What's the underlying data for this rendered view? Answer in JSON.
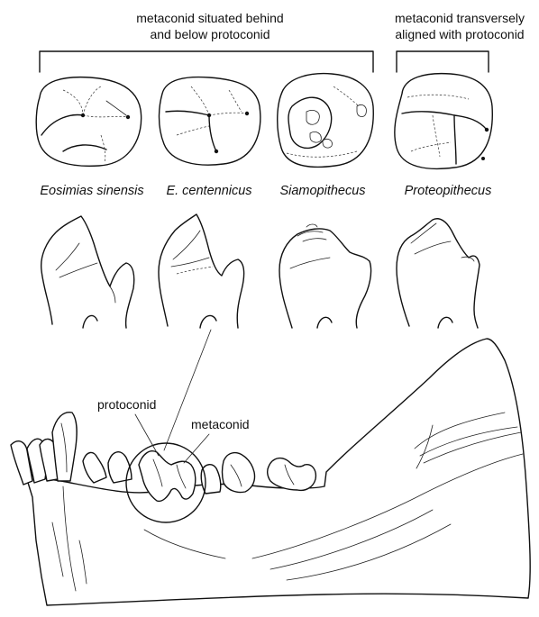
{
  "headers": {
    "behind": [
      "metaconid situated behind",
      "and below protoconid"
    ],
    "aligned": [
      "metaconid transversely",
      "aligned with protoconid"
    ]
  },
  "taxa": [
    "Eosimias sinensis",
    "E. centennicus",
    "Siamopithecus",
    "Proteopithecus"
  ],
  "labels": {
    "protoconid": "protoconid",
    "metaconid": "metaconid"
  }
}
